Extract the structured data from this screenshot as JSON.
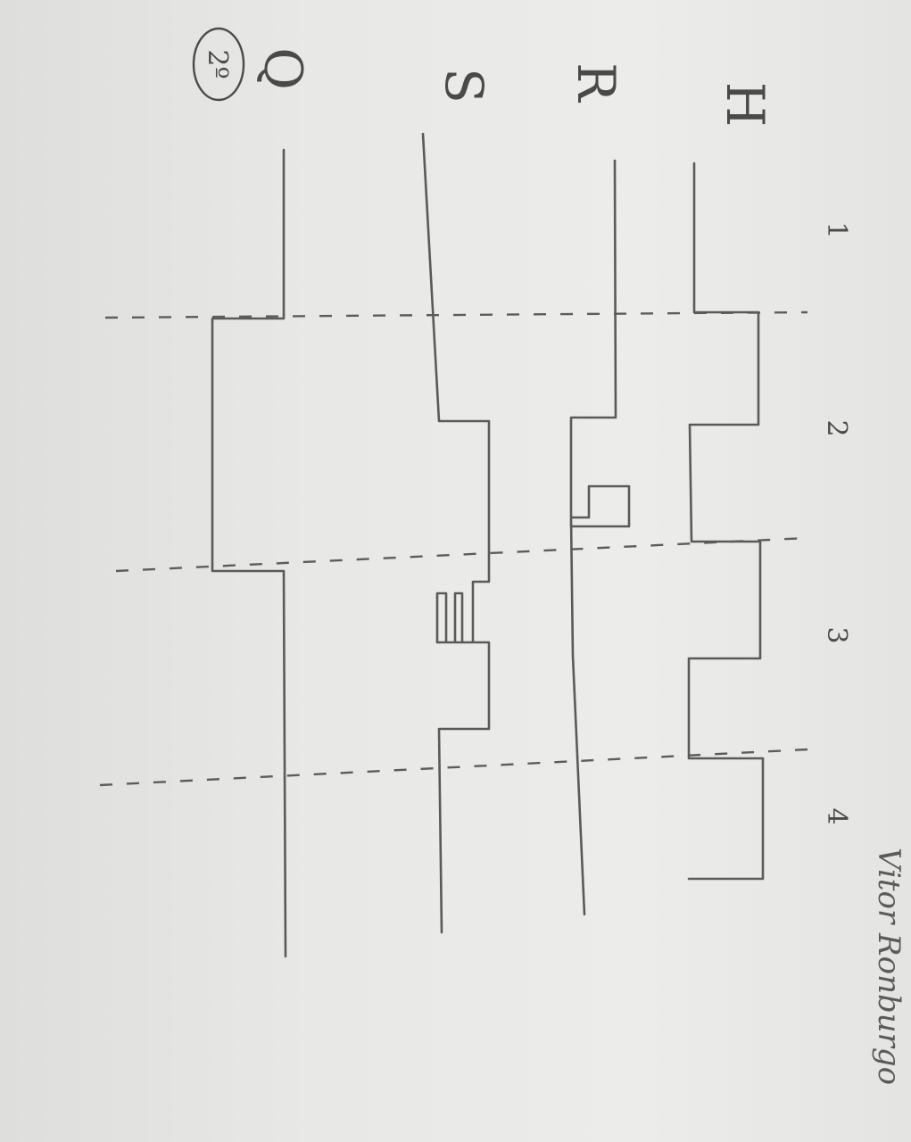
{
  "badge": "2º",
  "signals": [
    {
      "id": "H",
      "label": "H"
    },
    {
      "id": "R",
      "label": "R"
    },
    {
      "id": "S",
      "label": "S"
    },
    {
      "id": "Q",
      "label": "Q"
    }
  ],
  "time_markers": [
    "1",
    "2",
    "3",
    "4"
  ],
  "signature": "Vitor Ronburgo",
  "colors": {
    "paper": "#e8e8e6",
    "pencil": "#5a5a5a"
  }
}
